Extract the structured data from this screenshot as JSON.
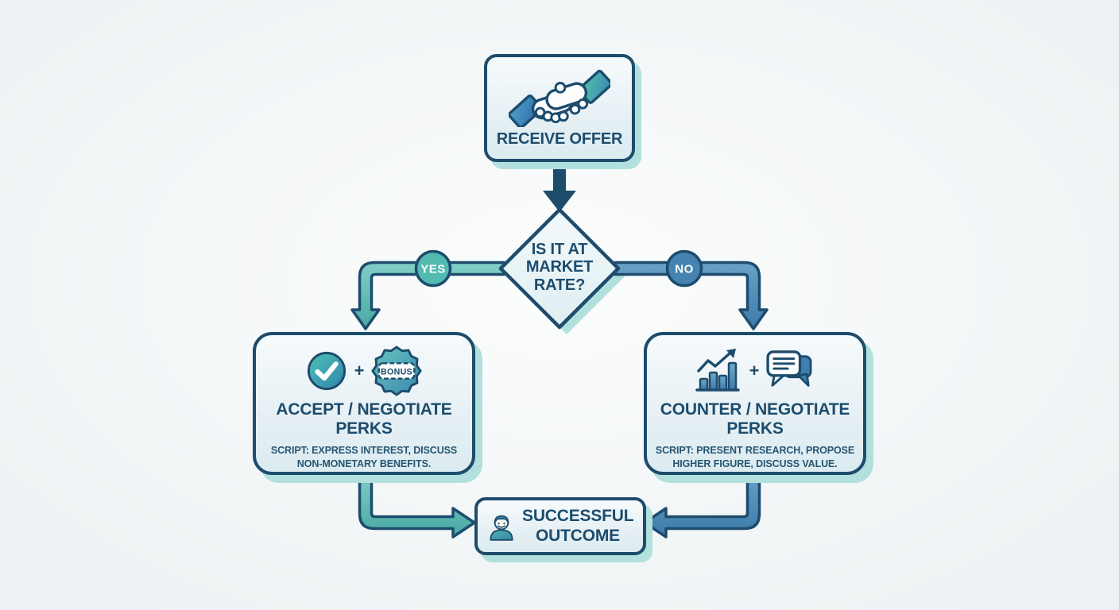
{
  "colors": {
    "navy_outline": "#1d4c6d",
    "teal_branch": "#53bab1",
    "blue_branch": "#4683b0",
    "shadow_teal": "#b2e0dd",
    "background": "#f4f7f8"
  },
  "nodes": {
    "receive": {
      "title": "RECEIVE OFFER",
      "icon": "handshake-icon"
    },
    "decision": {
      "question": "IS IT AT MARKET RATE?"
    },
    "accept": {
      "title": "ACCEPT / NEGOTIATE PERKS",
      "script": "SCRIPT: EXPRESS INTEREST, DISCUSS NON-MONETARY BENEFITS.",
      "icon_separator": "+",
      "badge_label": "BONUS",
      "icons": [
        "check-circle-icon",
        "bonus-badge-icon"
      ]
    },
    "counter": {
      "title": "COUNTER / NEGOTIATE PERKS",
      "script": "SCRIPT: PRESENT RESEARCH, PROPOSE HIGHER FIGURE, DISCUSS VALUE.",
      "icon_separator": "+",
      "icons": [
        "bar-chart-icon",
        "chat-bubbles-icon"
      ]
    },
    "outcome": {
      "title": "SUCCESSFUL OUTCOME",
      "icon": "person-icon"
    }
  },
  "edges": {
    "yes_label": "YES",
    "no_label": "NO"
  }
}
